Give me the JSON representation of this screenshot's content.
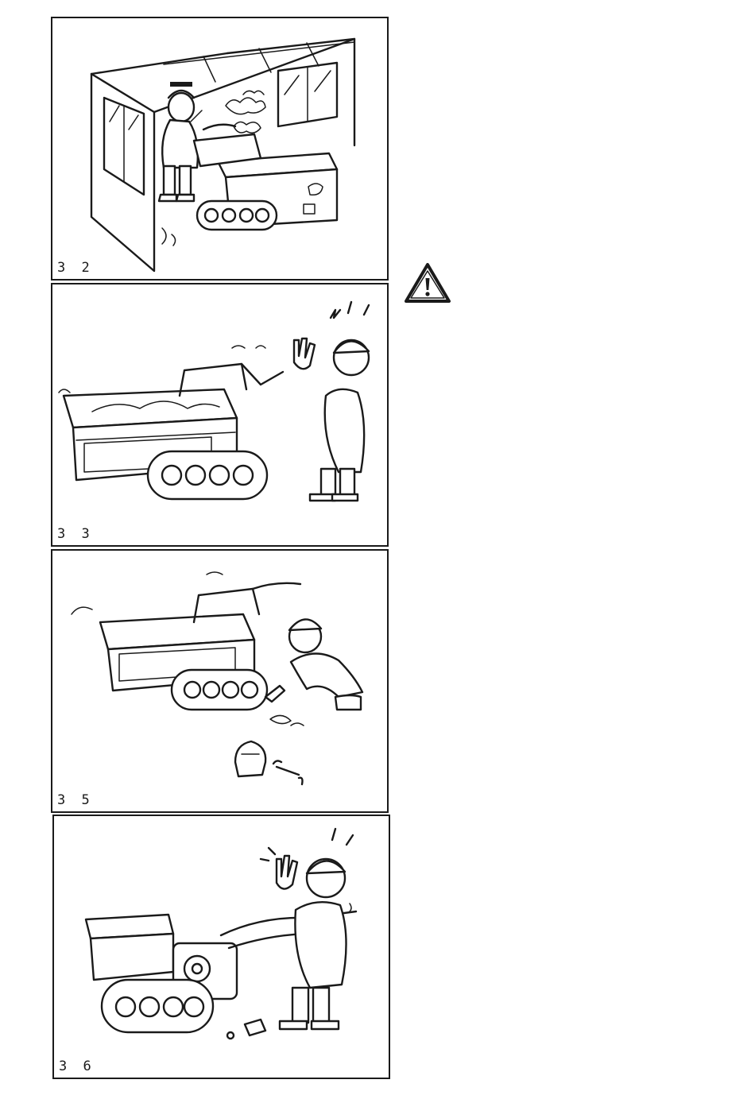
{
  "figures": [
    {
      "id": "p32",
      "number": "3 2",
      "scene": "operator-in-closed-building-exhaust-fumes"
    },
    {
      "id": "p33",
      "number": "3 3",
      "scene": "operator-hand-contact-with-hot-exhaust"
    },
    {
      "id": "p35",
      "number": "3 5",
      "scene": "operator-crawling-near-tracks-with-tools"
    },
    {
      "id": "p36",
      "number": "3 6",
      "scene": "operator-touching-hot-engine-parts"
    }
  ],
  "warning_icon": "warning-triangle-icon",
  "colors": {
    "ink": "#1a1a1a",
    "paper": "#ffffff"
  }
}
